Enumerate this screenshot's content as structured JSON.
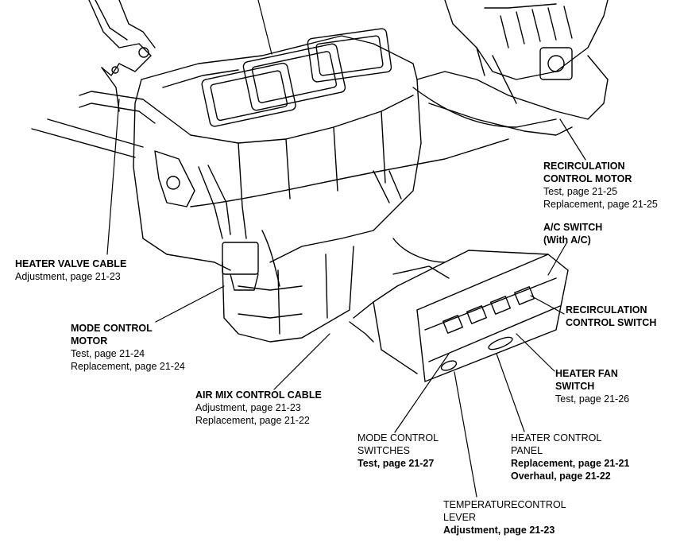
{
  "labels": {
    "recirc_motor": {
      "title1": "RECIRCULATION",
      "title2": "CONTROL MOTOR",
      "line1": "Test, page 21-25",
      "line2": "Replacement, page 21-25"
    },
    "ac_switch": {
      "title1": "A/C SWITCH",
      "title2": "(With A/C)"
    },
    "recirc_switch": {
      "title1": "RECIRCULATION",
      "title2": "CONTROL SWITCH"
    },
    "heater_valve_cable": {
      "title1": "HEATER VALVE CABLE",
      "line1": "Adjustment, page 21-23"
    },
    "mode_motor": {
      "title1": "MODE CONTROL",
      "title2": "MOTOR",
      "line1": "Test, page 21-24",
      "line2": "Replacement, page 21-24"
    },
    "air_mix_cable": {
      "title1": "AIR MIX CONTROL CABLE",
      "line1": "Adjustment, page 21-23",
      "line2": "Replacement, page 21-22"
    },
    "heater_fan_switch": {
      "title1": "HEATER FAN",
      "title2": "SWITCH",
      "line1": "Test, page 21-26"
    },
    "mode_switches": {
      "title1": "MODE CONTROL",
      "title2": "SWITCHES",
      "line1": "Test, page 21-27"
    },
    "heater_panel": {
      "title1": "HEATER CONTROL",
      "title2": "PANEL",
      "line1": "Replacement, page 21-21",
      "line2": "Overhaul, page 21-22"
    },
    "temp_lever": {
      "title1": "TEMPERATURECONTROL",
      "title2": "LEVER",
      "line1": "Adjustment, page 21-23"
    }
  }
}
